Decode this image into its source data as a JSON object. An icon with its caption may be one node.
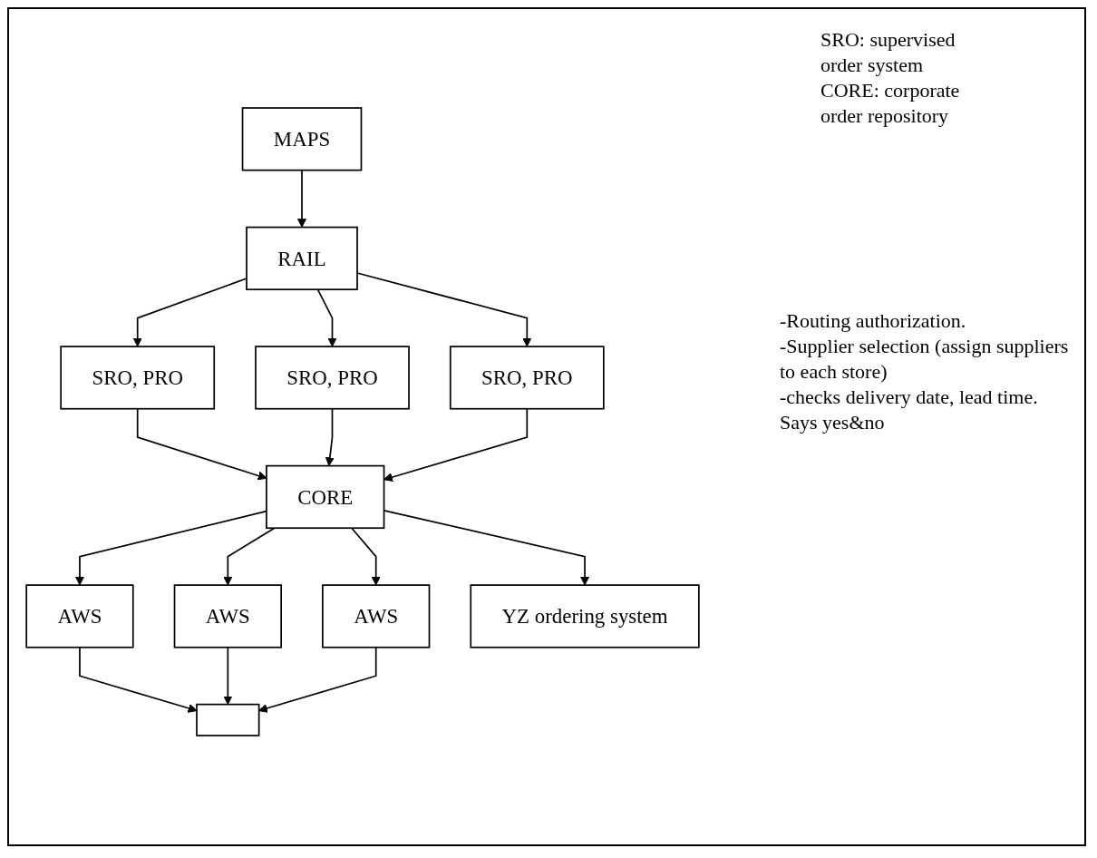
{
  "diagram": {
    "nodes": [
      {
        "text": [
          "MAPS"
        ]
      },
      {
        "text": [
          "RAIL"
        ]
      },
      {
        "text": [
          "SRO, PRO"
        ]
      },
      {
        "text": [
          "SRO, PRO"
        ]
      },
      {
        "text": [
          "SRO, PRO"
        ]
      },
      {
        "text": [
          "CORE"
        ]
      },
      {
        "text": [
          "AWS"
        ]
      },
      {
        "text": [
          "AWS"
        ]
      },
      {
        "text": [
          "AWS"
        ]
      },
      {
        "text": [
          "YZ ordering system"
        ]
      },
      {
        "text": [],
        "shape": "box"
      }
    ],
    "edges": [
      {
        "from": 0,
        "to": 1,
        "arrow": "to"
      },
      {
        "from": 1,
        "to": 2,
        "arrow": "to"
      },
      {
        "from": 1,
        "to": 3,
        "arrow": "to"
      },
      {
        "from": 1,
        "to": 4,
        "arrow": "to"
      },
      {
        "from": 2,
        "to": 5,
        "arrow": "to"
      },
      {
        "from": 3,
        "to": 5,
        "arrow": "to"
      },
      {
        "from": 4,
        "to": 5,
        "arrow": "to"
      },
      {
        "from": 5,
        "to": 6,
        "arrow": "to"
      },
      {
        "from": 5,
        "to": 7,
        "arrow": "to"
      },
      {
        "from": 5,
        "to": 8,
        "arrow": "to"
      },
      {
        "from": 5,
        "to": 9,
        "arrow": "to"
      },
      {
        "from": 6,
        "to": 10,
        "arrow": "to"
      },
      {
        "from": 7,
        "to": 10,
        "arrow": "to"
      },
      {
        "from": 8,
        "to": 10,
        "arrow": "to"
      }
    ],
    "labels": [
      "SRO: supervised order system",
      "CORE: corporate order repository",
      "-Routing authorization.",
      "-Supplier selection (assign suppliers to each store)",
      "-checks delivery date, lead time.",
      "Says yes&no"
    ]
  }
}
